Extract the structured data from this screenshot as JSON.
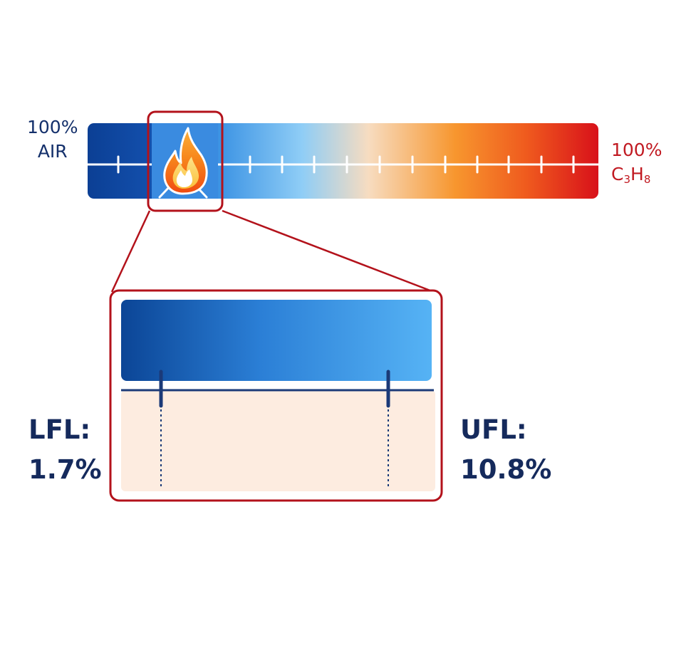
{
  "scale": {
    "left_end": {
      "line1": "100%",
      "line2": "AIR"
    },
    "right_end": {
      "line1": "100%",
      "formula_parts": [
        "C",
        "3",
        "H",
        "8"
      ]
    },
    "colors": {
      "air_dark": "#0b3f94",
      "air_mid": "#1a63c0",
      "light_blue": "#5ab7f6",
      "neutral": "#f7dcc0",
      "orange": "#f7962e",
      "red": "#d8111a",
      "highlight_border": "#b3121b"
    }
  },
  "zoom": {
    "lfl": {
      "label": "LFL:",
      "value": "1.7%",
      "percent": 1.7
    },
    "ufl": {
      "label": "UFL:",
      "value": "10.8%",
      "percent": 10.8
    },
    "colors": {
      "band_start": "#0b4596",
      "band_end": "#56b3f5",
      "range_fill": "#fdece0",
      "axis": "#1b3a78"
    }
  },
  "icons": {
    "highlight": "flame-icon"
  }
}
